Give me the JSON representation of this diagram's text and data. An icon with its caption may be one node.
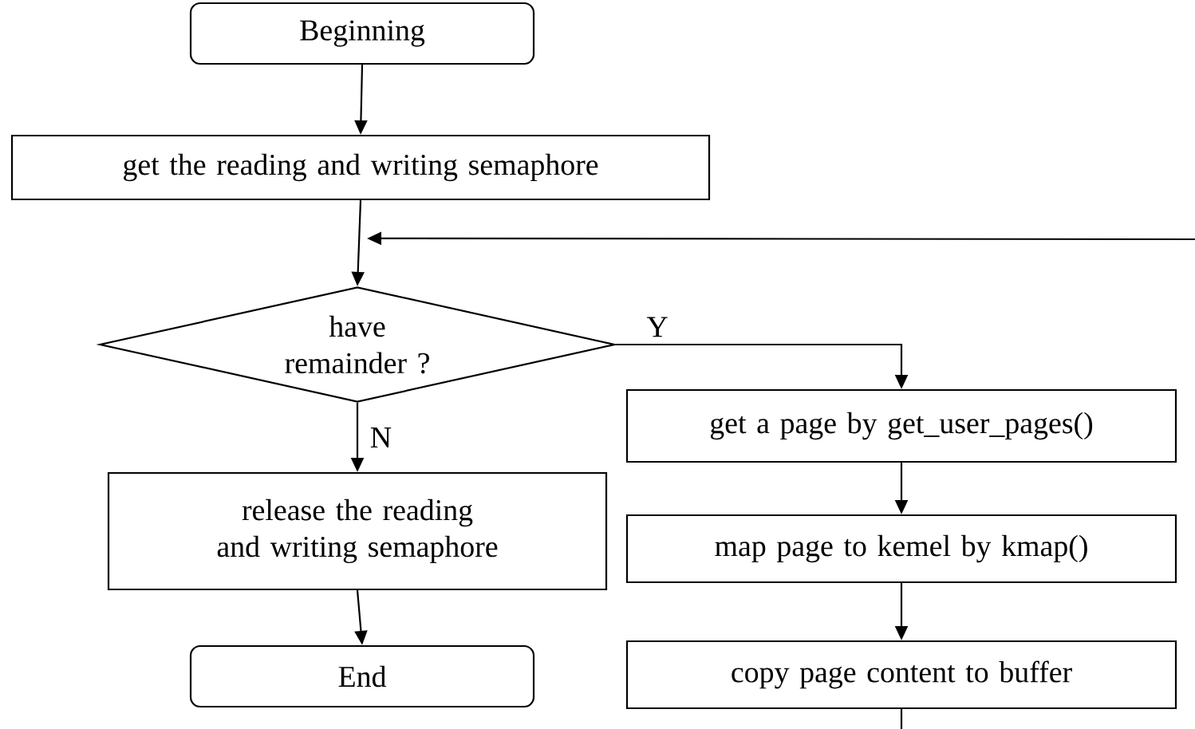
{
  "diagram": {
    "nodes": [
      {
        "text": [
          "Beginning"
        ]
      },
      {
        "text": [
          "get the reading and writing semaphore"
        ]
      },
      {
        "text": [
          "have remainder ?"
        ]
      },
      {
        "text": [
          "get a page by get_user_pages()"
        ]
      },
      {
        "text": [
          "release the reading and writing semaphore"
        ]
      },
      {
        "text": [
          "map page to kemel by kmap()"
        ]
      },
      {
        "text": [
          "End"
        ]
      },
      {
        "text": [
          "copy page content to buffer"
        ]
      }
    ],
    "edges": [
      {
        "from": 0,
        "to": 1,
        "arrow": "to"
      },
      {
        "from": 1,
        "to": 2,
        "arrow": "to"
      },
      {
        "from": 2,
        "to": 3,
        "arrow": "to",
        "label": "Y"
      },
      {
        "from": 2,
        "to": 4,
        "arrow": "to",
        "label": "N"
      },
      {
        "from": 3,
        "to": 5,
        "arrow": "to"
      },
      {
        "from": 5,
        "to": 7,
        "arrow": "to"
      },
      {
        "from": 4,
        "to": 6,
        "arrow": "to"
      },
      {
        "from": null,
        "to": 2,
        "arrow": "to"
      },
      {
        "from": 7,
        "to": null,
        "arrow": "none"
      }
    ]
  }
}
